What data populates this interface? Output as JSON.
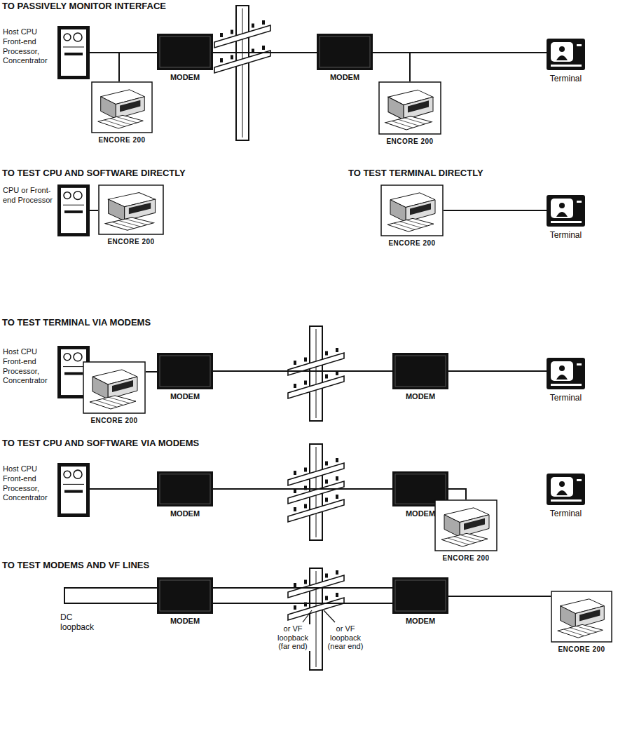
{
  "diagram": {
    "nodes": [
      {
        "text": [
          "Host CPU Front-end Processor, Concentrator"
        ]
      },
      {
        "text": [
          "ENCORE 200"
        ]
      },
      {
        "text": [
          "MODEM"
        ]
      },
      {
        "text": [
          "MODEM"
        ]
      },
      {
        "text": [
          "ENCORE 200"
        ]
      },
      {
        "text": [
          "Terminal"
        ]
      },
      {
        "text": [
          "CPU or Front-end Processor"
        ]
      },
      {
        "text": [
          "ENCORE 200"
        ]
      },
      {
        "text": [
          "ENCORE 200"
        ]
      },
      {
        "text": [
          "Terminal"
        ]
      },
      {
        "text": [
          "Host CPU Front-end Processor, Concentrator"
        ]
      },
      {
        "text": [
          "ENCORE 200"
        ]
      },
      {
        "text": [
          "MODEM"
        ]
      },
      {
        "text": [
          "MODEM"
        ]
      },
      {
        "text": [
          "Terminal"
        ]
      },
      {
        "text": [
          "Host CPU Front-end Processor, Concentrator"
        ]
      },
      {
        "text": [
          "MODEM"
        ]
      },
      {
        "text": [
          "MODEM"
        ]
      },
      {
        "text": [
          "ENCORE 200"
        ]
      },
      {
        "text": [
          "Terminal"
        ]
      },
      {
        "text": [
          "MODEM"
        ]
      },
      {
        "text": [
          "MODEM"
        ]
      },
      {
        "text": [
          "ENCORE 200"
        ]
      }
    ],
    "edges": [
      {
        "from": 0,
        "to": 2,
        "arrow": "none"
      },
      {
        "from": 2,
        "to": 3,
        "arrow": "none"
      },
      {
        "from": 3,
        "to": 5,
        "arrow": "none"
      },
      {
        "from": 6,
        "to": 7,
        "arrow": "none"
      },
      {
        "from": 8,
        "to": 9,
        "arrow": "none"
      },
      {
        "from": 11,
        "to": 12,
        "arrow": "none"
      },
      {
        "from": 12,
        "to": 13,
        "arrow": "none"
      },
      {
        "from": 13,
        "to": 14,
        "arrow": "none"
      },
      {
        "from": 15,
        "to": 16,
        "arrow": "none"
      },
      {
        "from": 16,
        "to": 17,
        "arrow": "none"
      },
      {
        "from": 17,
        "to": 18,
        "arrow": "none"
      },
      {
        "from": 20,
        "to": 21,
        "arrow": "none"
      },
      {
        "from": 21,
        "to": 22,
        "arrow": "none"
      }
    ],
    "labels": [
      "TO PASSIVELY MONITOR INTERFACE",
      "TO TEST CPU AND SOFTWARE DIRECTLY",
      "TO TEST TERMINAL DIRECTLY",
      "TO TEST TERMINAL VIA MODEMS",
      "TO TEST CPU AND SOFTWARE VIA MODEMS",
      "TO TEST MODEMS AND VF LINES",
      "DC loopback",
      "or VF loopback (far end)",
      "or VF loopback (near end)"
    ]
  }
}
